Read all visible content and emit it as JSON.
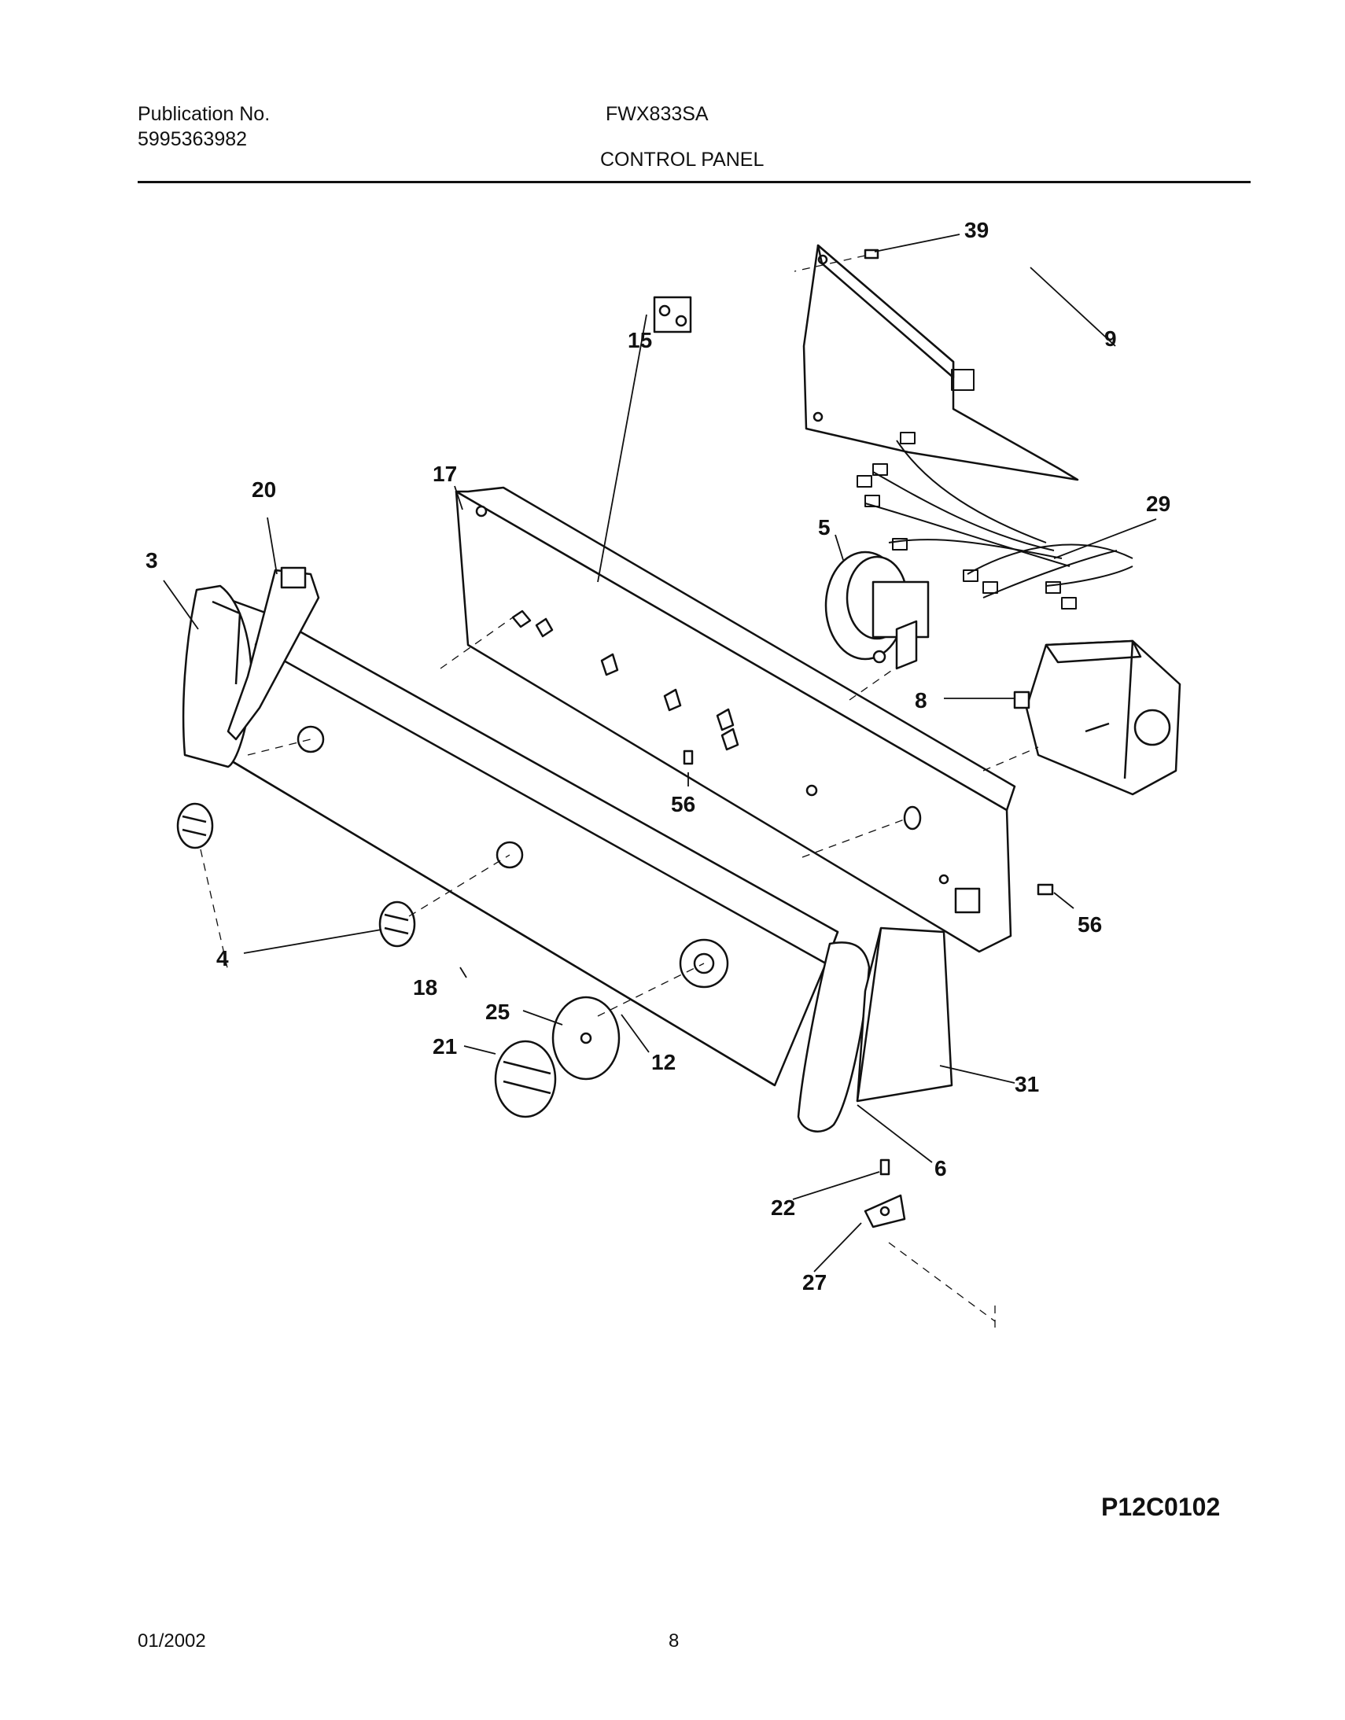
{
  "header": {
    "publication_label": "Publication No.",
    "publication_number": "5995363982",
    "model": "FWX833SA",
    "section_title": "CONTROL PANEL"
  },
  "diagram": {
    "callouts": [
      "39",
      "9",
      "29",
      "15",
      "17",
      "20",
      "3",
      "5",
      "8",
      "56",
      "56",
      "4",
      "18",
      "25",
      "21",
      "12",
      "31",
      "6",
      "22",
      "27"
    ]
  },
  "figure_code": "P12C0102",
  "footer": {
    "date": "01/2002",
    "page": "8"
  }
}
